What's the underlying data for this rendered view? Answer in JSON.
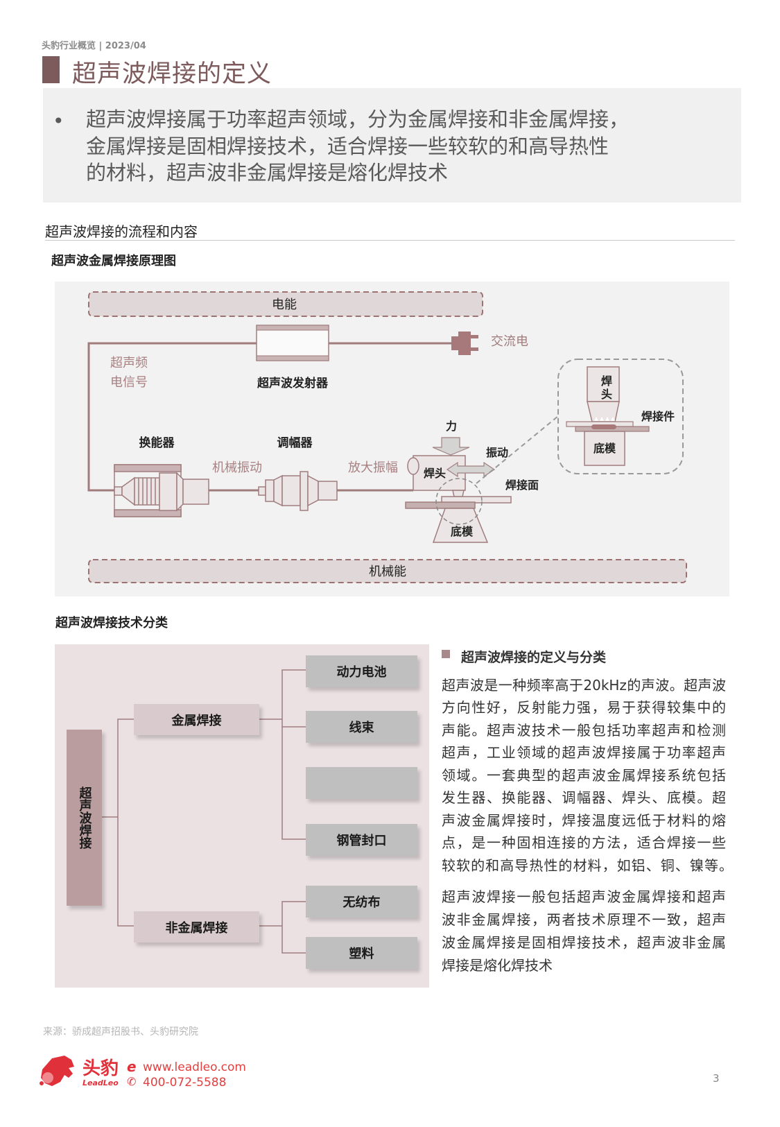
{
  "header": {
    "report": "头豹行业概览 | 2023/04"
  },
  "title": "超声波焊接的定义",
  "summary": {
    "lines": [
      "超声波焊接属于功率超声领域，分为金属焊接和非金属焊接，",
      "金属焊接是固相焊接技术，适合焊接一些较软的和高导热性",
      "的材料，超声波非金属焊接是熔化焊技术"
    ]
  },
  "section_heading": "超声波焊接的流程和内容",
  "principle": {
    "heading": "超声波金属焊接原理图",
    "electric_energy": "电能",
    "mechanical_energy": "机械能",
    "ac_power": "交流电",
    "signal_line1": "超声频",
    "signal_line2": "电信号",
    "generator": "超声波发射器",
    "transducer": "换能器",
    "booster": "调幅器",
    "mech_vibration": "机械振动",
    "amplify": "放大振幅",
    "force": "力",
    "vibration": "振动",
    "horn": "焊头",
    "weld_face": "焊接面",
    "anvil": "底模",
    "inset_horn_1": "焊",
    "inset_horn_2": "头",
    "workpiece": "焊接件",
    "inset_anvil": "底模"
  },
  "classification": {
    "heading": "超声波焊接技术分类",
    "root": "超声波焊接",
    "metal": "金属焊接",
    "nonmetal": "非金属焊接",
    "metal_apps": [
      "动力电池",
      "线束",
      "",
      "钢管封口"
    ],
    "nonmetal_apps": [
      "无纺布",
      "塑料"
    ]
  },
  "definition": {
    "heading": "超声波焊接的定义与分类",
    "para1_lines": [
      "超声波是一种频率高于20kHz的声波。超声波",
      "方向性好，反射能力强，易于获得较集中的",
      "声能。超声波技术一般包括功率超声和检测",
      "超声，工业领域的超声波焊接属于功率超声",
      "领域。一套典型的超声波金属焊接系统包括",
      "发生器、换能器、调幅器、焊头、底模。超",
      "声波金属焊接时，焊接温度远低于材料的熔",
      "点，是一种固相连接的方法，适合焊接一些",
      "较软的和高导热性的材料，如铝、铜、镍等。"
    ],
    "para2_lines": [
      "超声波焊接一般包括超声波金属焊接和超声",
      "波非金属焊接，两者技术原理不一致，超声",
      "波金属焊接是固相焊接技术，超声波非金属",
      "焊接是熔化焊技术"
    ]
  },
  "source": "来源：骄成超声招股书、头豹研究院",
  "footer": {
    "brand_cn": "头豹",
    "brand_en": "LeadLeo",
    "website": "www.leadleo.com",
    "phone": "400-072-5588",
    "page": "3"
  },
  "colors": {
    "accent": "#7d5a5c",
    "brand_red": "#e0303a"
  }
}
